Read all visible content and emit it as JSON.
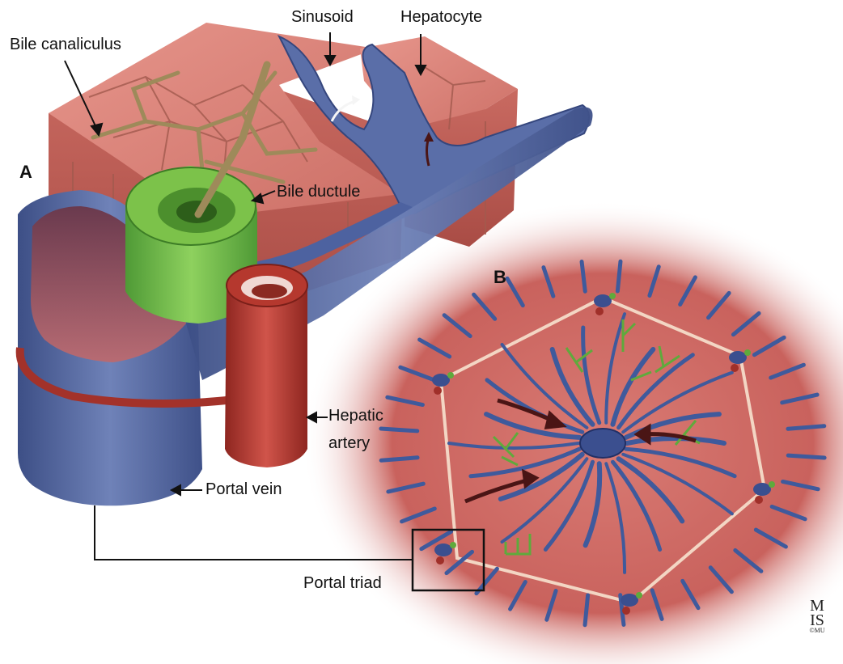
{
  "labels": {
    "bile_canaliculus": "Bile canaliculus",
    "sinusoid": "Sinusoid",
    "hepatocyte": "Hepatocyte",
    "bile_ductule": "Bile ductule",
    "hepatic_artery_line1": "Hepatic",
    "hepatic_artery_line2": "artery",
    "portal_vein": "Portal vein",
    "portal_triad": "Portal triad"
  },
  "panels": {
    "a": "A",
    "b": "B"
  },
  "signature": {
    "line1": "M",
    "line2": "IS",
    "line3": "©MU"
  },
  "colors": {
    "hepatocyte_pink": "#d9857d",
    "vein_blue": "#4a5f99",
    "artery_red": "#b83a30",
    "bile_green": "#7cbf4a",
    "lobule_bg": "#c96b66"
  }
}
